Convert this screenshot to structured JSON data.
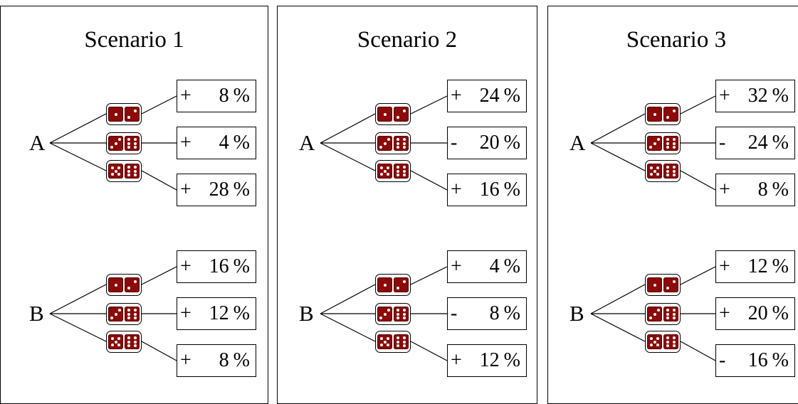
{
  "scenarios": [
    {
      "title": "Scenario 1",
      "options": [
        {
          "label": "A",
          "outcomes": [
            {
              "dice": [
                1,
                2
              ],
              "sign": "+",
              "value": "8",
              "unit": "%"
            },
            {
              "dice": [
                3,
                6
              ],
              "sign": "+",
              "value": "4",
              "unit": "%"
            },
            {
              "dice": [
                5,
                6
              ],
              "sign": "+",
              "value": "28",
              "unit": "%"
            }
          ]
        },
        {
          "label": "B",
          "outcomes": [
            {
              "dice": [
                1,
                2
              ],
              "sign": "+",
              "value": "16",
              "unit": "%"
            },
            {
              "dice": [
                3,
                6
              ],
              "sign": "+",
              "value": "12",
              "unit": "%"
            },
            {
              "dice": [
                5,
                6
              ],
              "sign": "+",
              "value": "8",
              "unit": "%"
            }
          ]
        }
      ]
    },
    {
      "title": "Scenario 2",
      "options": [
        {
          "label": "A",
          "outcomes": [
            {
              "dice": [
                1,
                2
              ],
              "sign": "+",
              "value": "24",
              "unit": "%"
            },
            {
              "dice": [
                3,
                6
              ],
              "sign": "-",
              "value": "20",
              "unit": "%"
            },
            {
              "dice": [
                5,
                6
              ],
              "sign": "+",
              "value": "16",
              "unit": "%"
            }
          ]
        },
        {
          "label": "B",
          "outcomes": [
            {
              "dice": [
                1,
                2
              ],
              "sign": "+",
              "value": "4",
              "unit": "%"
            },
            {
              "dice": [
                3,
                6
              ],
              "sign": "-",
              "value": "8",
              "unit": "%"
            },
            {
              "dice": [
                5,
                6
              ],
              "sign": "+",
              "value": "12",
              "unit": "%"
            }
          ]
        }
      ]
    },
    {
      "title": "Scenario 3",
      "options": [
        {
          "label": "A",
          "outcomes": [
            {
              "dice": [
                1,
                2
              ],
              "sign": "+",
              "value": "32",
              "unit": "%"
            },
            {
              "dice": [
                3,
                6
              ],
              "sign": "-",
              "value": "24",
              "unit": "%"
            },
            {
              "dice": [
                5,
                6
              ],
              "sign": "+",
              "value": "8",
              "unit": "%"
            }
          ]
        },
        {
          "label": "B",
          "outcomes": [
            {
              "dice": [
                1,
                2
              ],
              "sign": "+",
              "value": "12",
              "unit": "%"
            },
            {
              "dice": [
                3,
                6
              ],
              "sign": "+",
              "value": "20",
              "unit": "%"
            },
            {
              "dice": [
                5,
                6
              ],
              "sign": "-",
              "value": "16",
              "unit": "%"
            }
          ]
        }
      ]
    }
  ],
  "colors": {
    "die_face": "#8b0a0a",
    "pip": "#ffffff",
    "line": "#000000"
  }
}
